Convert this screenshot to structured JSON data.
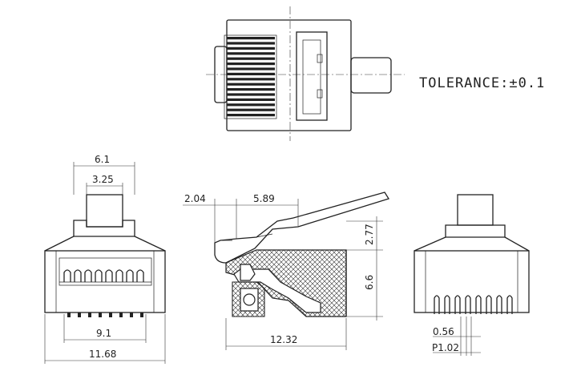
{
  "notes": {
    "tolerance": "TOLERANCE:±0.1"
  },
  "dimensions": {
    "front_top_width": "6.1",
    "front_tab_width": "3.25",
    "front_contact_span": "9.1",
    "front_total_width": "11.68",
    "side_left_offset": "2.04",
    "side_latch_length": "5.89",
    "side_latch_height": "2.77",
    "side_body_height": "6.6",
    "side_total_length": "12.32",
    "rear_pin_width": "0.56",
    "rear_pitch": "P1.02"
  }
}
